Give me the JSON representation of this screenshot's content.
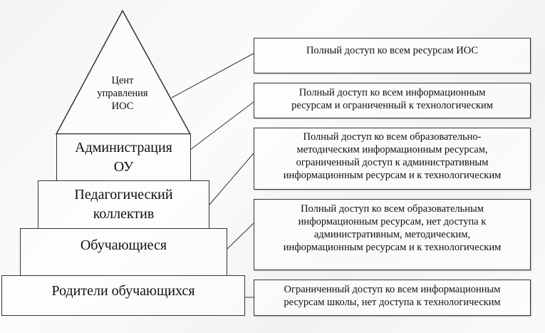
{
  "pyramid": {
    "top": "Цент управления ИОС",
    "top_lines": [
      "Цент",
      "управления",
      "ИОС"
    ],
    "levels": [
      {
        "lines": [
          "Администрация",
          "ОУ"
        ]
      },
      {
        "lines": [
          "Педагогический",
          "коллектив"
        ]
      },
      {
        "lines": [
          "Обучающиеся"
        ]
      },
      {
        "lines": [
          "Родители обучающихся"
        ]
      }
    ]
  },
  "access": [
    {
      "lines": [
        "Полный доступ ко всем ресурсам ИОС"
      ]
    },
    {
      "lines": [
        "Полный доступ ко всем информационным",
        "ресурсам и ограниченный к технологическим"
      ]
    },
    {
      "lines": [
        "Полный доступ ко всем образовательно-",
        "методическим  информационным ресурсам,",
        "ограниченный доступ к административным",
        "информационным ресурсам и к технологическим"
      ]
    },
    {
      "lines": [
        "Полный доступ ко всем образовательным",
        "информационным ресурсам, нет доступа к",
        "административным, методическим,",
        "информационным ресурсам и к технологическим"
      ]
    },
    {
      "lines": [
        "Ограниченный доступ ко всем информационным",
        "ресурсам  школы, нет доступа к технологическим"
      ]
    }
  ]
}
